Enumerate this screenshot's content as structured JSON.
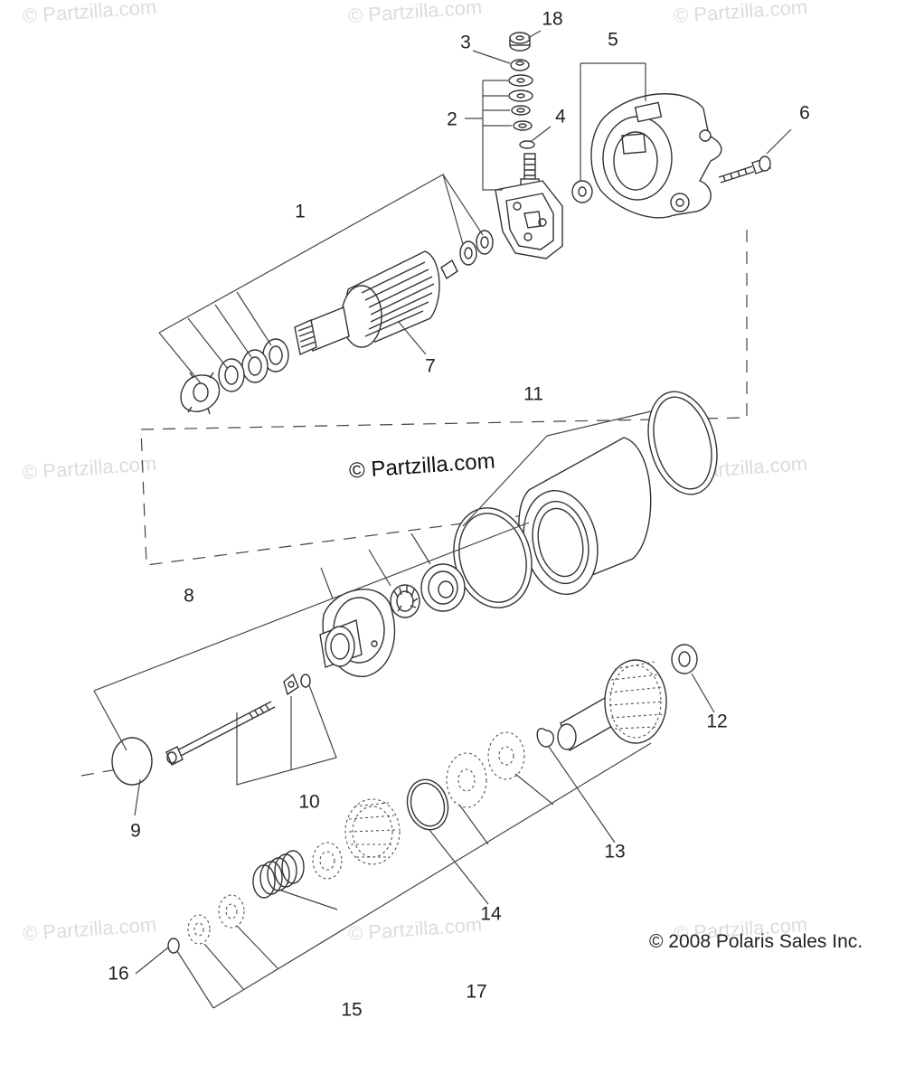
{
  "watermarks": {
    "top_left": "© Partzilla.com",
    "top_center": "© Partzilla.com",
    "top_right": "© Partzilla.com",
    "mid_left": "© Partzilla.com",
    "mid_right": "© Partzilla.com",
    "bottom_left": "© Partzilla.com",
    "bottom_center": "© Partzilla.com",
    "bottom_right": "© Partzilla.com",
    "center": "© Partzilla.com"
  },
  "copyright": "© 2008 Polaris Sales Inc.",
  "callouts": {
    "c1": "1",
    "c2": "2",
    "c3": "3",
    "c4": "4",
    "c5": "5",
    "c6": "6",
    "c7": "7",
    "c8": "8",
    "c9": "9",
    "c10": "10",
    "c11": "11",
    "c12": "12",
    "c13": "13",
    "c14": "14",
    "c15": "15",
    "c16": "16",
    "c17": "17",
    "c18": "18"
  }
}
